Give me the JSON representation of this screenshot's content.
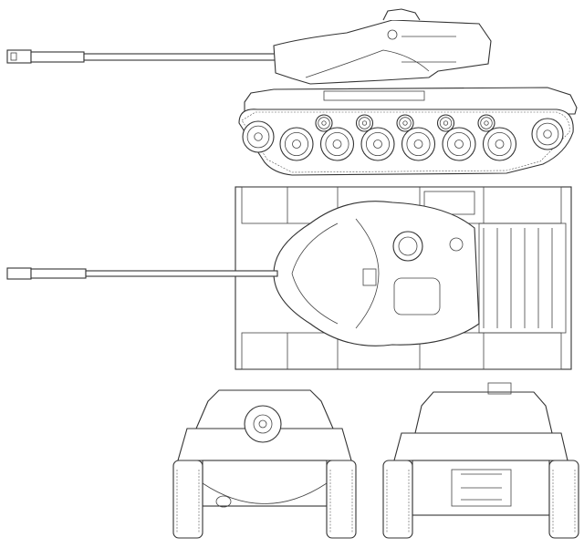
{
  "drawing": {
    "views": [
      "side",
      "top",
      "front",
      "rear"
    ],
    "line_color": "#333333",
    "background": "#ffffff",
    "side_view": {
      "road_wheels": 6,
      "return_rollers": 5
    }
  }
}
